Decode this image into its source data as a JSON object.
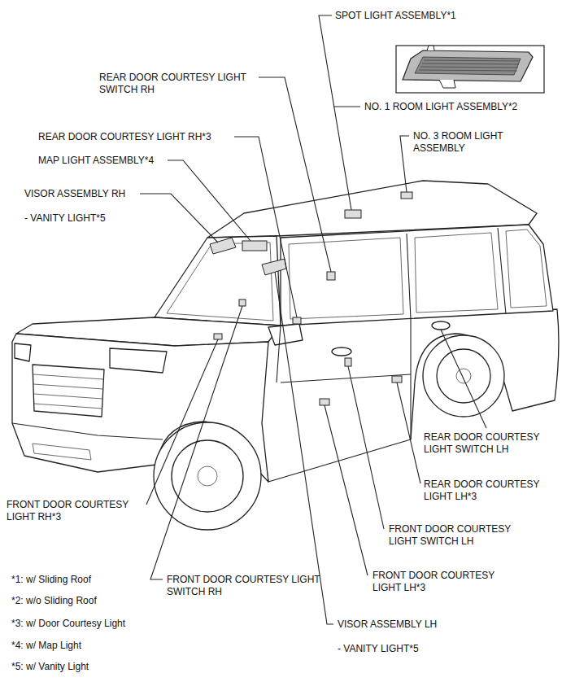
{
  "diagram": {
    "labels": [
      "SPOT LIGHT ASSEMBLY*1",
      "REAR DOOR COURTESY LIGHT SWITCH RH",
      "NO. 1 ROOM LIGHT ASSEMBLY*2",
      "REAR DOOR COURTESY LIGHT RH*3",
      "MAP LIGHT ASSEMBLY*4",
      "VISOR ASSEMBLY RH",
      "- VANITY LIGHT*5",
      "NO. 3 ROOM LIGHT ASSEMBLY",
      "REAR DOOR COURTESY LIGHT SWITCH LH",
      "REAR DOOR COURTESY LIGHT LH*3",
      "FRONT DOOR COURTESY LIGHT SWITCH LH",
      "FRONT DOOR COURTESY LIGHT RH*3",
      "FRONT DOOR COURTESY LIGHT LH*3",
      "*1: w/ Sliding Roof",
      "FRONT DOOR COURTESY LIGHT SWITCH RH",
      "*2: w/o Sliding Roof",
      "*3: w/ Door Courtesy Light",
      "VISOR ASSEMBLY LH",
      "*4: w/ Map Light",
      "- VANITY LIGHT*5",
      "*5: w/ Vanity Light"
    ]
  }
}
